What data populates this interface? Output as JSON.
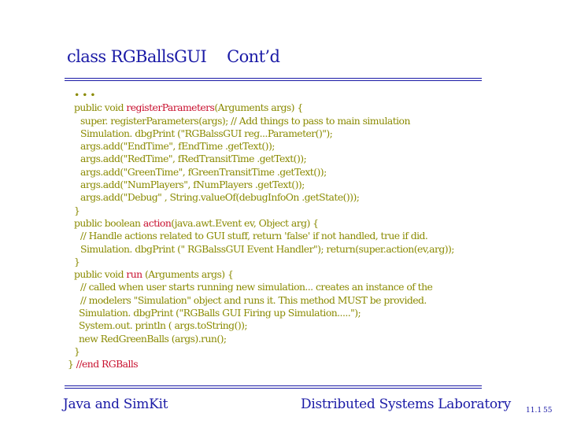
{
  "title": {
    "part1": "class RGBallsGUI",
    "part2": "Cont’d"
  },
  "code_lines": [
    {
      "text": "  •  •  •"
    },
    {
      "pre": "public void  ",
      "red": "registerParameters",
      "post": "(Arguments  args) {"
    },
    {
      "text": "   super. registerParameters(args);       // Add things to pass to main simulation"
    },
    {
      "text": "   Simulation. dbgPrint (\"RGBalssGUI reg...Parameter()\");"
    },
    {
      "text": "   args.add(\"EndTime\", fEndTime .getText());"
    },
    {
      "text": "   args.add(\"RedTime\", fRedTransitTime .getText());"
    },
    {
      "text": "   args.add(\"GreenTime\", fGreenTransitTime .getText());"
    },
    {
      "text": "   args.add(\"NumPlayers\", fNumPlayers .getText());"
    },
    {
      "text": "   args.add(\"Debug\" , String.valueOf(debugInfoOn .getState()));"
    },
    {
      "text": "}"
    },
    {
      "pre": "public  boolean  ",
      "red": "action",
      "post": "(java.awt.Event ev, Object  arg) {"
    },
    {
      "text": "   // Handle actions related to GUI stuff, return 'false' if not handled, true if did."
    },
    {
      "text": "   Simulation. dbgPrint (\" RGBalssGUI Event Handler\");   return(super.action(ev,arg));"
    },
    {
      "text": "}"
    },
    {
      "pre": "public void   ",
      "red": "run",
      "post": " (Arguments  args) {"
    },
    {
      "text": "   // called when user starts running new simulation... creates an instance of the"
    },
    {
      "text": "   // modelers \"Simulation\" object and runs it.   This method MUST be provided."
    },
    {
      "text": "  Simulation. dbgPrint (\"RGBalls GUI Firing up Simulation.....\");"
    },
    {
      "text": "  System.out. println ( args.toString());"
    },
    {
      "text": "  new  RedGreenBalls (args).run();"
    },
    {
      "text": "}"
    },
    {
      "pre": "}  ",
      "red": "//end RGBalls",
      "post": ""
    }
  ],
  "footer": {
    "left": "Java and SimKit",
    "right": "Distributed Systems Laboratory",
    "section": "11.1",
    "page": "55"
  },
  "colors": {
    "title": "#1a1aa6",
    "code": "#8a8a00",
    "highlight": "#c8102e"
  }
}
